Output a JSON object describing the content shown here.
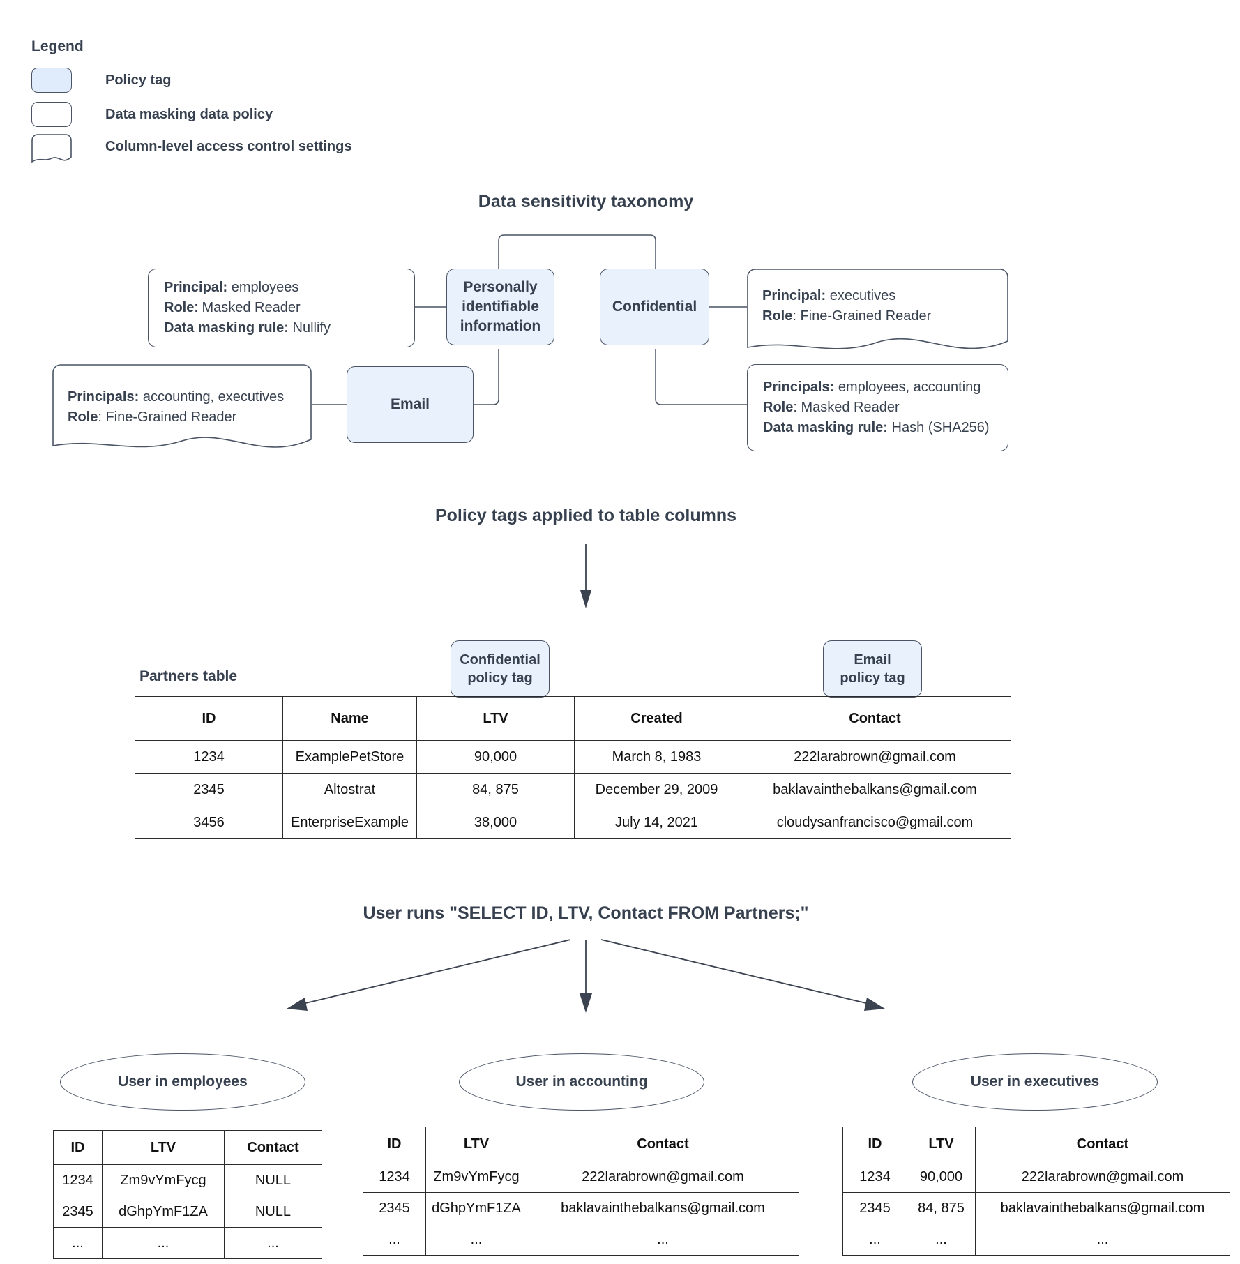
{
  "legend": {
    "title": "Legend",
    "items": [
      {
        "label": "Policy tag",
        "swatch": "policy-tag-swatch"
      },
      {
        "label": "Data masking data policy",
        "swatch": "data-masking-swatch"
      },
      {
        "label": "Column-level access control settings",
        "swatch": "column-access-swatch"
      }
    ]
  },
  "colors": {
    "policy_tag_fill": "#e9f1fd",
    "stroke": "#4a5465",
    "text": "#36404e",
    "table_stroke": "#2b2b2b"
  },
  "taxonomy": {
    "title": "Data sensitivity taxonomy",
    "tags": [
      {
        "id": "pii",
        "label": "Personally identifiable information"
      },
      {
        "id": "confidential",
        "label": "Confidential"
      },
      {
        "id": "email",
        "label": "Email"
      }
    ],
    "policies": [
      {
        "id": "pii-masking",
        "shape": "data-masking-data-policy",
        "lines": [
          {
            "key": "Principal:",
            "value": " employees"
          },
          {
            "key": "Role",
            "value": ": Masked Reader"
          },
          {
            "key": "Data masking rule:",
            "value": " Nullify"
          }
        ]
      },
      {
        "id": "email-access",
        "shape": "column-level-access-control-settings",
        "lines": [
          {
            "key": "Principals:",
            "value": " accounting, executives"
          },
          {
            "key": "Role",
            "value": ": Fine-Grained Reader"
          }
        ]
      },
      {
        "id": "confidential-access",
        "shape": "column-level-access-control-settings",
        "lines": [
          {
            "key": "Principal:",
            "value": " executives"
          },
          {
            "key": "Role",
            "value": ": Fine-Grained Reader"
          }
        ]
      },
      {
        "id": "confidential-masking",
        "shape": "data-masking-data-policy",
        "lines": [
          {
            "key": "Principals:",
            "value": " employees, accounting"
          },
          {
            "key": "Role",
            "value": ": Masked Reader"
          },
          {
            "key": "Data masking rule:",
            "value": " Hash (SHA256)"
          }
        ]
      }
    ]
  },
  "applied": {
    "title": "Policy tags applied to table columns",
    "table_caption": "Partners table",
    "column_tags": [
      {
        "id": "confidential-policy-tag",
        "line1": "Confidential",
        "line2": "policy tag"
      },
      {
        "id": "email-policy-tag",
        "line1": "Email",
        "line2": "policy tag"
      }
    ],
    "partners_table": {
      "headers": [
        "ID",
        "Name",
        "LTV",
        "Created",
        "Contact"
      ],
      "rows": [
        [
          "1234",
          "ExamplePetStore",
          "90,000",
          "March 8, 1983",
          "222larabrown@gmail.com"
        ],
        [
          "2345",
          "Altostrat",
          "84, 875",
          "December 29, 2009",
          "baklavainthebalkans@gmail.com"
        ],
        [
          "3456",
          "EnterpriseExample",
          "38,000",
          "July 14, 2021",
          "cloudysanfrancisco@gmail.com"
        ]
      ]
    }
  },
  "query": {
    "title": "User runs \"SELECT ID, LTV, Contact FROM Partners;\"",
    "results": [
      {
        "id": "employees",
        "actor": "User in employees",
        "headers": [
          "ID",
          "LTV",
          "Contact"
        ],
        "rows": [
          [
            "1234",
            "Zm9vYmFycg",
            "NULL"
          ],
          [
            "2345",
            "dGhpYmF1ZA",
            "NULL"
          ],
          [
            "...",
            "...",
            "..."
          ]
        ]
      },
      {
        "id": "accounting",
        "actor": "User in accounting",
        "headers": [
          "ID",
          "LTV",
          "Contact"
        ],
        "rows": [
          [
            "1234",
            "Zm9vYmFycg",
            "222larabrown@gmail.com"
          ],
          [
            "2345",
            "dGhpYmF1ZA",
            "baklavainthebalkans@gmail.com"
          ],
          [
            "...",
            "...",
            "..."
          ]
        ]
      },
      {
        "id": "executives",
        "actor": "User in executives",
        "headers": [
          "ID",
          "LTV",
          "Contact"
        ],
        "rows": [
          [
            "1234",
            "90,000",
            "222larabrown@gmail.com"
          ],
          [
            "2345",
            "84, 875",
            "baklavainthebalkans@gmail.com"
          ],
          [
            "...",
            "...",
            "..."
          ]
        ]
      }
    ]
  }
}
